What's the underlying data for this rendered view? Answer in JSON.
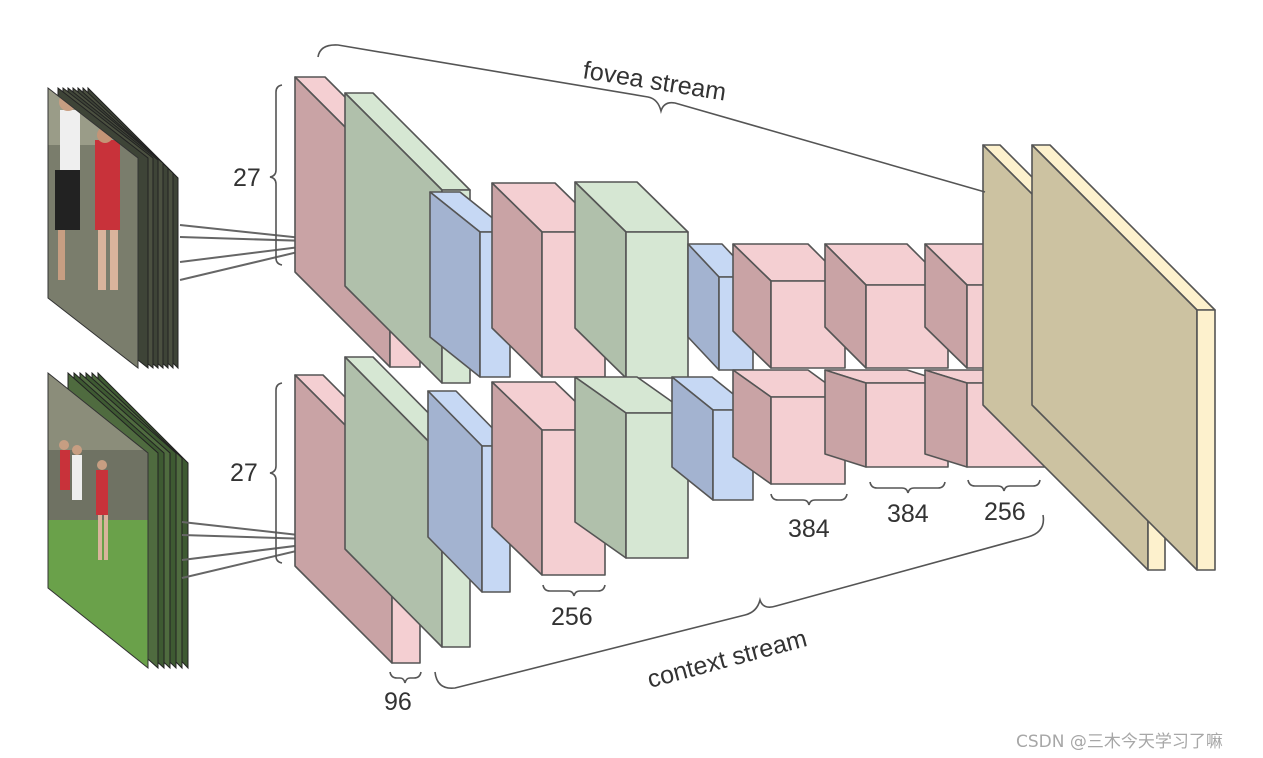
{
  "labels": {
    "fovea_stream": "fovea stream",
    "context_stream": "context stream",
    "top_input_size": "27",
    "bottom_input_size": "27",
    "dim_96": "96",
    "dim_256_bottom": "256",
    "dim_384_a": "384",
    "dim_384_b": "384",
    "dim_256_right": "256"
  },
  "watermark": "CSDN @三木今天学习了嘛",
  "colors": {
    "conv_pink": "#f4cfd2",
    "conv_pink_dark": "#c9a3a5",
    "norm_green": "#d6e7d3",
    "norm_green_dark": "#b0c0ab",
    "pool_blue": "#c6d8f4",
    "pool_blue_dark": "#a3b3d0",
    "fc_yellow": "#fdf1cd",
    "fc_tan": "#ccc2a1",
    "edge": "#555555",
    "field_green": "#6aa14a"
  }
}
